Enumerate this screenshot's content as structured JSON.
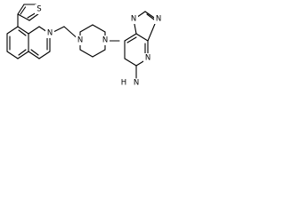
{
  "diagram": {
    "atoms": {
      "thiophene_s": "S",
      "quinoline_n": "N",
      "piperazine_n_left": "N",
      "piperazine_n_right": "N",
      "purine_n7": "N",
      "purine_n9": "N",
      "purine_n1": "N",
      "purine_n3h": "N",
      "purine_n3h_h": "H"
    },
    "colors": {
      "bond": "#000000",
      "label": "#000000",
      "background": "#ffffff"
    }
  }
}
